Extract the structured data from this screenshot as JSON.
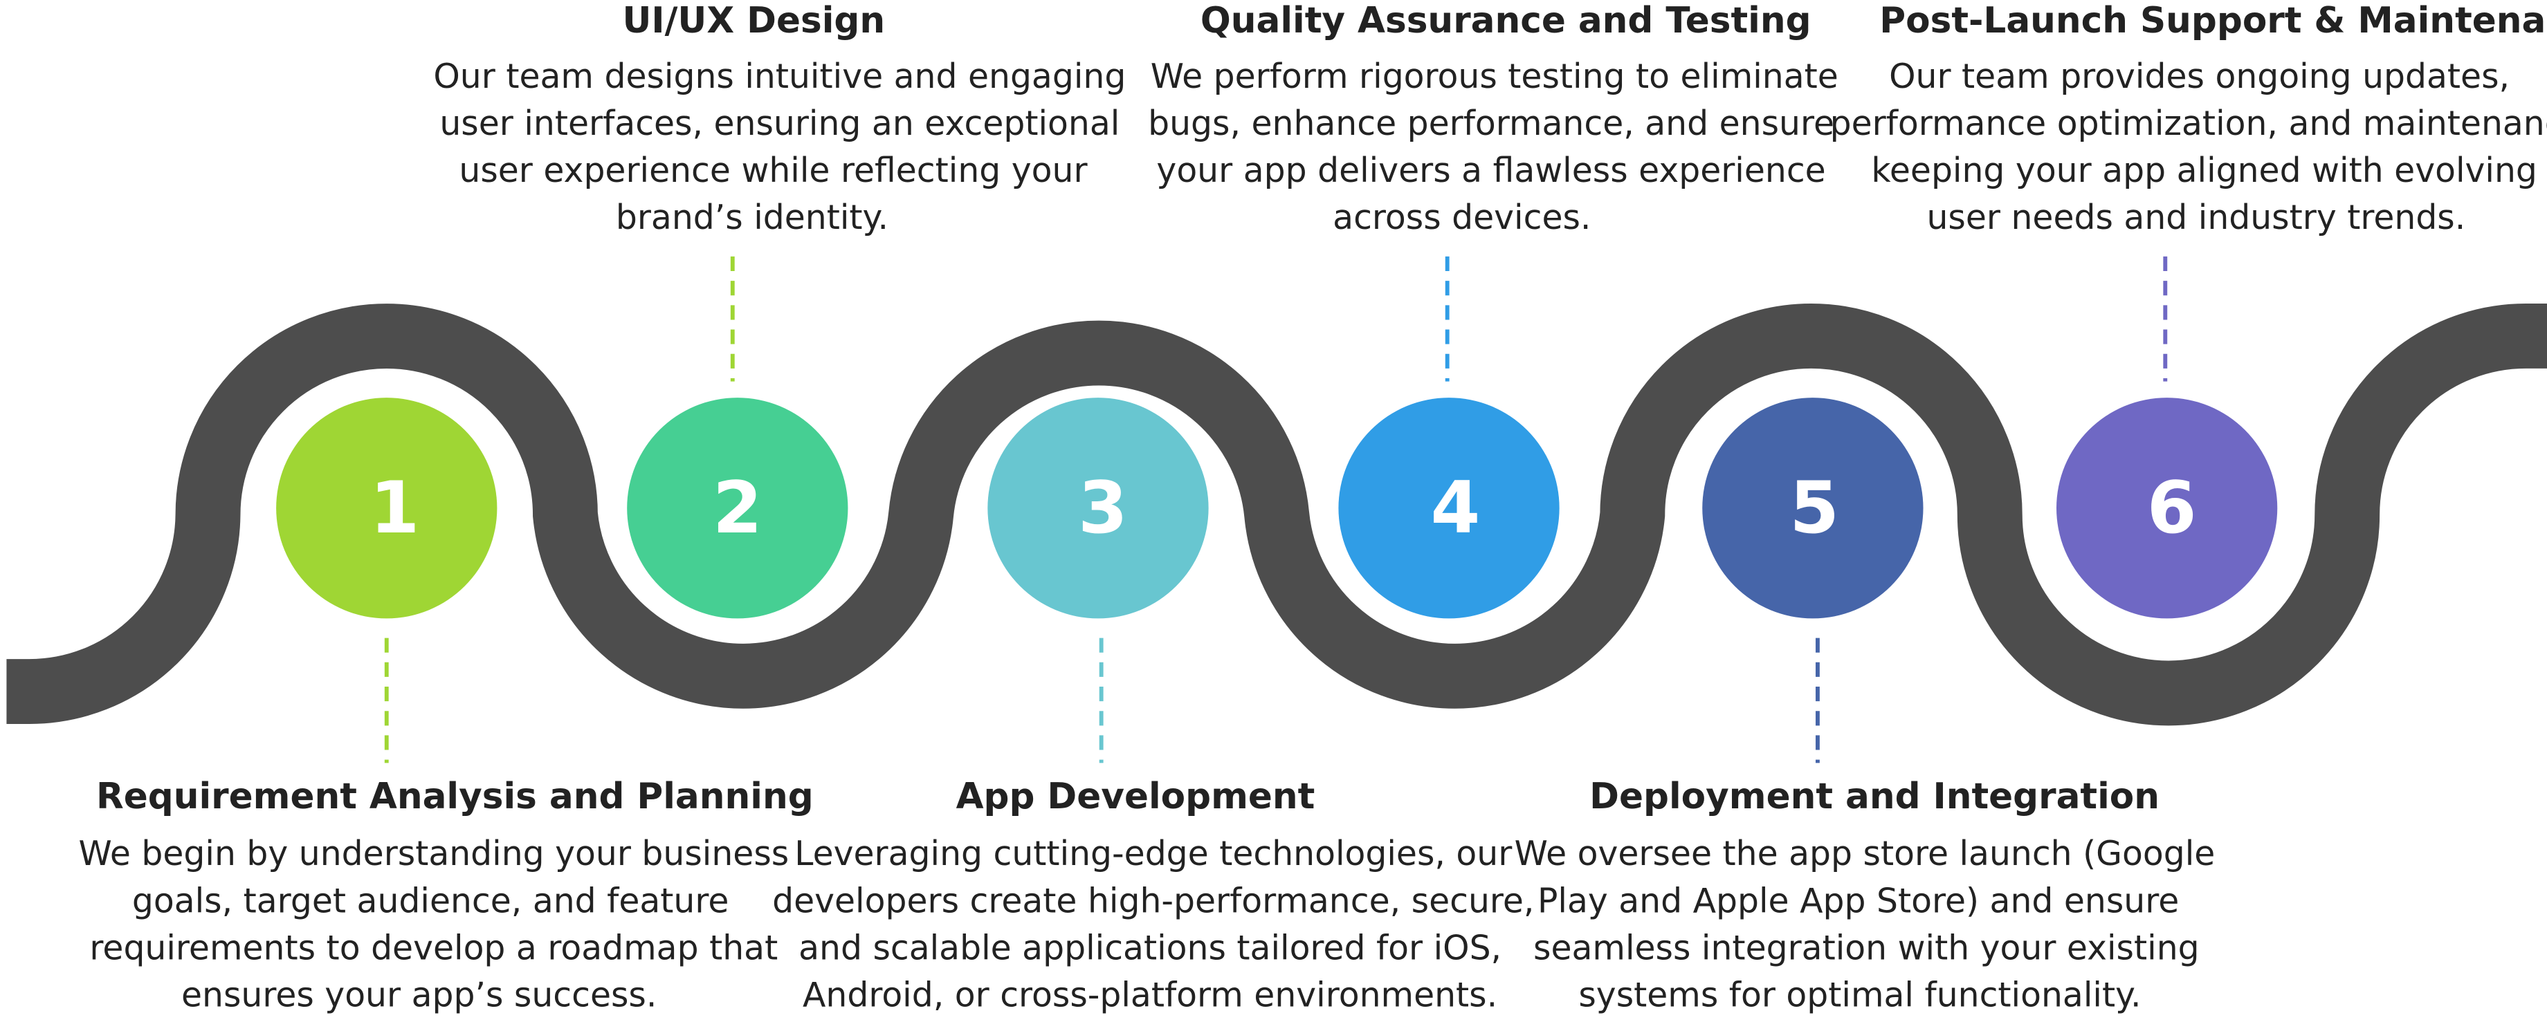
{
  "colors": {
    "track": "#4d4d4d",
    "step1": "#9fd634",
    "step2": "#46cf93",
    "step3": "#68c6d0",
    "step4": "#309de6",
    "step5": "#4665a9",
    "step6": "#6f68c4"
  },
  "steps": [
    {
      "number": "1",
      "title": "Requirement Analysis and Planning",
      "lines": [
        "We begin by understanding your business",
        "goals, target audience, and feature",
        "requirements to develop a roadmap that",
        "ensures your app’s success."
      ]
    },
    {
      "number": "2",
      "title": "UI/UX Design",
      "lines": [
        "Our team designs intuitive and engaging",
        "user interfaces, ensuring an exceptional",
        "user experience while reflecting your",
        "brand’s identity."
      ]
    },
    {
      "number": "3",
      "title": "App Development",
      "lines": [
        "Leveraging cutting-edge technologies, our",
        "developers create high-performance, secure,",
        "and scalable applications tailored for iOS,",
        "Android, or cross-platform environments."
      ]
    },
    {
      "number": "4",
      "title": "Quality Assurance and Testing",
      "lines": [
        "We perform rigorous testing to eliminate",
        "bugs, enhance performance, and ensure",
        "your app delivers a flawless experience",
        "across devices."
      ]
    },
    {
      "number": "5",
      "title": "Deployment and Integration",
      "lines": [
        "We oversee the app store launch (Google",
        "Play and Apple App Store) and ensure",
        "seamless integration with your existing",
        "systems for optimal functionality."
      ]
    },
    {
      "number": "6",
      "title": "Post-Launch Support & Maintenance",
      "lines": [
        "Our team provides ongoing updates,",
        "performance optimization, and maintenance,",
        "keeping your app aligned with evolving",
        "user needs and industry trends."
      ]
    }
  ]
}
